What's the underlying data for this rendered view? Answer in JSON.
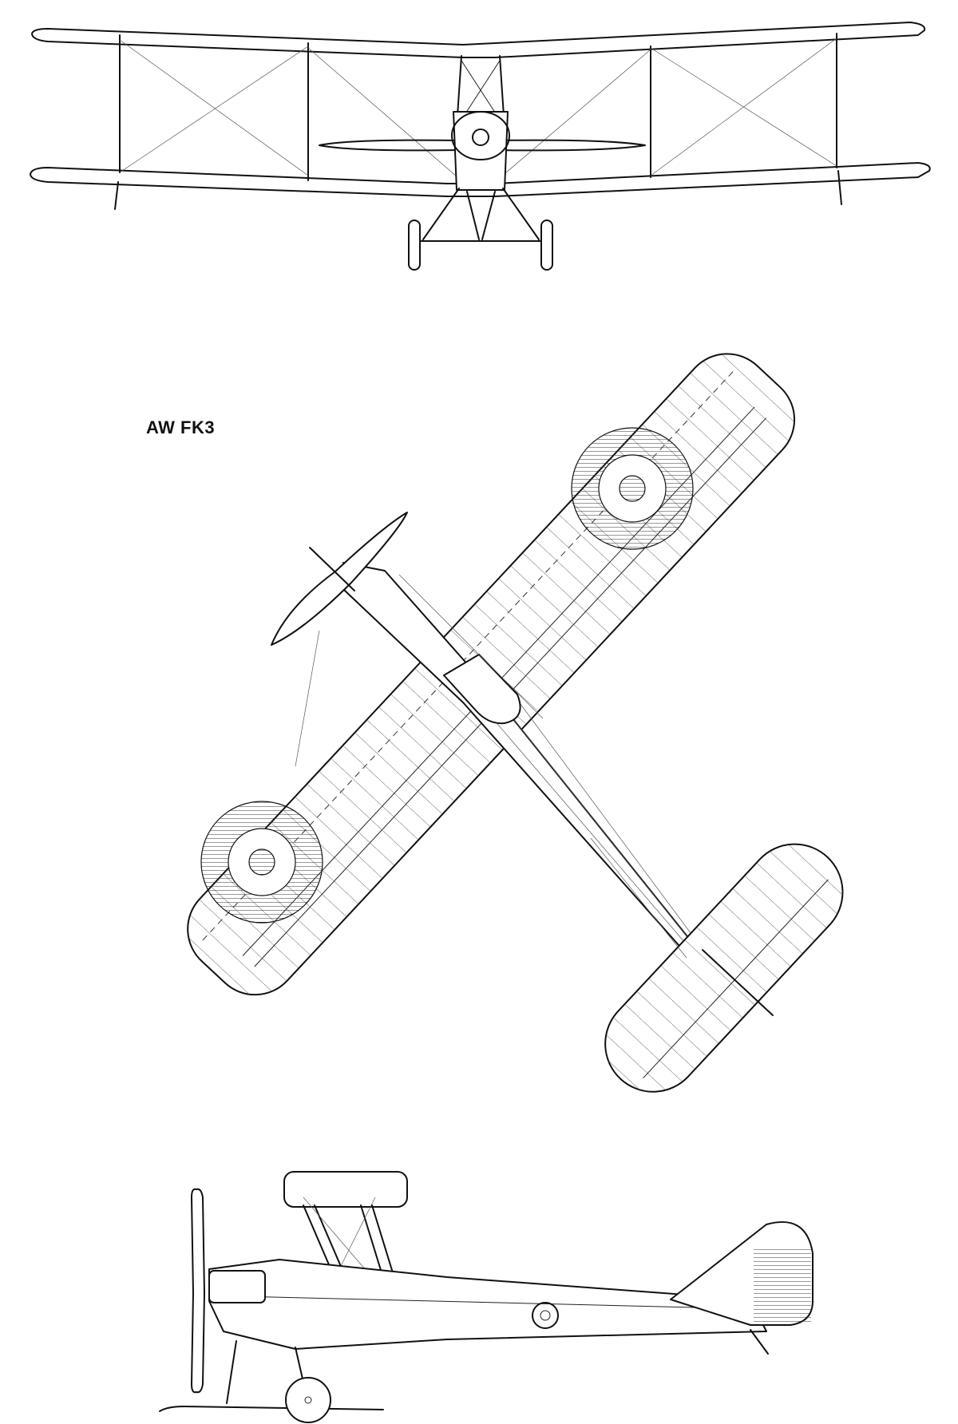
{
  "drawing": {
    "title": "AW FK3",
    "views": [
      "front-view",
      "plan-view",
      "side-view"
    ],
    "colors": {
      "ink": "#111111",
      "paper": "#ffffff"
    }
  }
}
